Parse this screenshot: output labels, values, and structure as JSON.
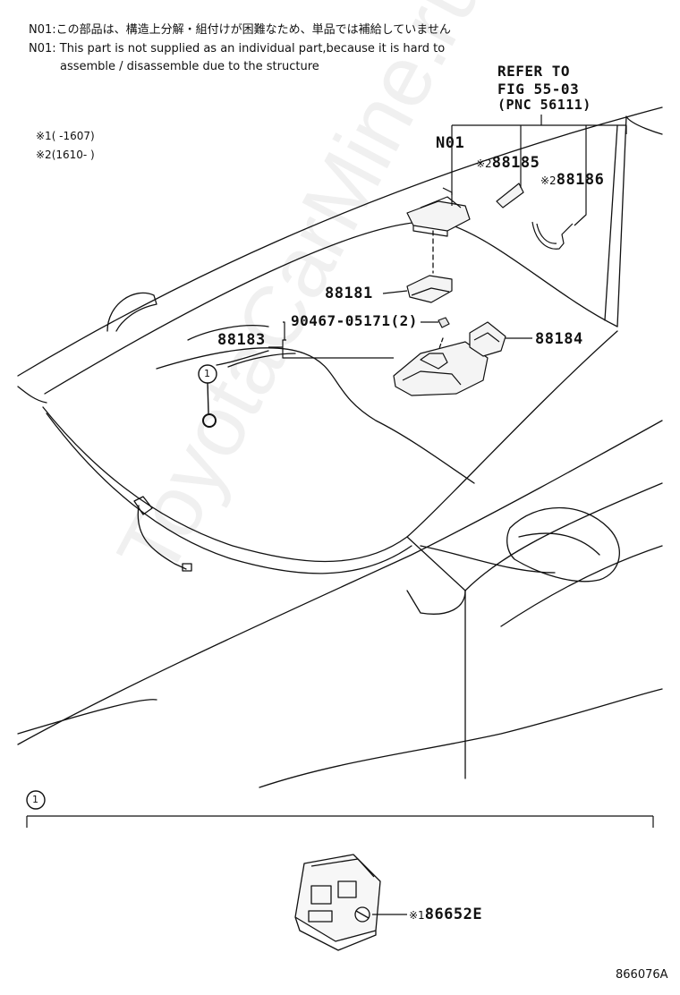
{
  "notes": {
    "jp": "N01:この部品は、構造上分解・組付けが困難なため、単品では補給していません",
    "en_line1": "N01: This part is not supplied as an individual part,because it is hard to",
    "en_line2": "assemble / disassemble due to the structure"
  },
  "legend": {
    "item1": "※1(    -1607)",
    "item2": "※2(1610-    )"
  },
  "refer": {
    "line1": "REFER TO",
    "line2": "FIG 55-03",
    "line3": "(PNC 56111)"
  },
  "parts": {
    "n01": "N01",
    "p88185_mark": "※2",
    "p88185": "88185",
    "p88186_mark": "※2",
    "p88186": "88186",
    "p88181": "88181",
    "p90467": "90467-05171(2)",
    "p88183": "88183",
    "p88184": "88184",
    "p86652e_mark": "※1",
    "p86652e": "86652E"
  },
  "callouts": {
    "c1_top": "1",
    "c1_bottom": "1"
  },
  "watermark": "ToyotaCarMine.ru",
  "figure_id": "866076A"
}
